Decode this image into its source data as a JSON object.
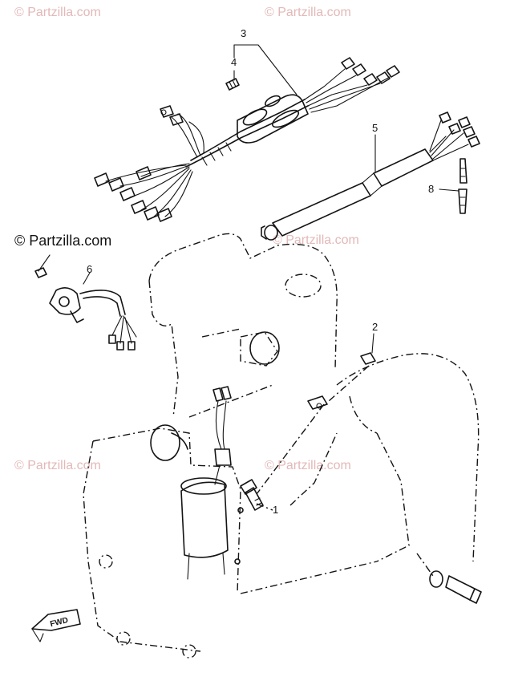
{
  "watermark": {
    "text": "© Partzilla.com"
  },
  "callouts": [
    "1",
    "2",
    "3",
    "4",
    "5",
    "6",
    "8"
  ],
  "direction_tag": "FWD",
  "colors": {
    "ink": "#141414",
    "watermark": "#e3b8b8",
    "background": "#ffffff"
  }
}
